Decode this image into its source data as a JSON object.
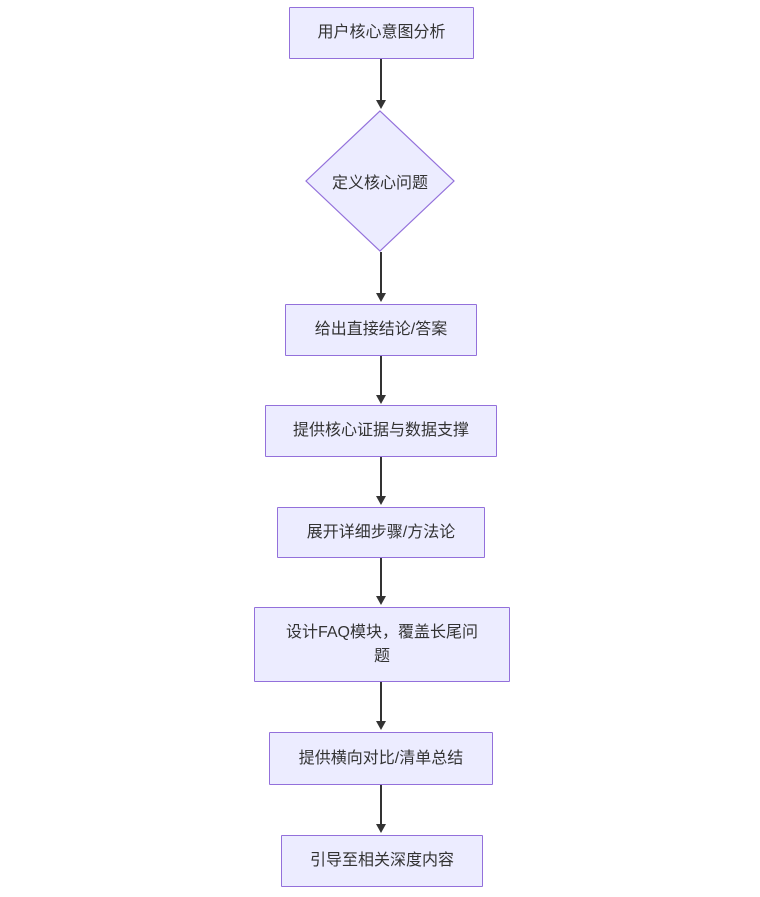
{
  "diagram": {
    "type": "flowchart-vertical",
    "colors": {
      "node_fill": "#ECECFF",
      "node_border": "#9370DB",
      "edge": "#333333",
      "text": "#333333",
      "background": "#ffffff"
    },
    "nodes": [
      {
        "id": "A",
        "shape": "rect",
        "label": "用户核心意图分析"
      },
      {
        "id": "B",
        "shape": "diamond",
        "label": "定义核心问题"
      },
      {
        "id": "C",
        "shape": "rect",
        "label": "给出直接结论/答案"
      },
      {
        "id": "D",
        "shape": "rect",
        "label": "提供核心证据与数据支撑"
      },
      {
        "id": "E",
        "shape": "rect",
        "label": "展开详细步骤/方法论"
      },
      {
        "id": "F",
        "shape": "rect",
        "label": "设计FAQ模块，覆盖长尾问题"
      },
      {
        "id": "G",
        "shape": "rect",
        "label": "提供横向对比/清单总结"
      },
      {
        "id": "H",
        "shape": "rect",
        "label": "引导至相关深度内容"
      }
    ],
    "edges": [
      {
        "from": "A",
        "to": "B"
      },
      {
        "from": "B",
        "to": "C"
      },
      {
        "from": "C",
        "to": "D"
      },
      {
        "from": "D",
        "to": "E"
      },
      {
        "from": "E",
        "to": "F"
      },
      {
        "from": "F",
        "to": "G"
      },
      {
        "from": "G",
        "to": "H"
      }
    ]
  }
}
